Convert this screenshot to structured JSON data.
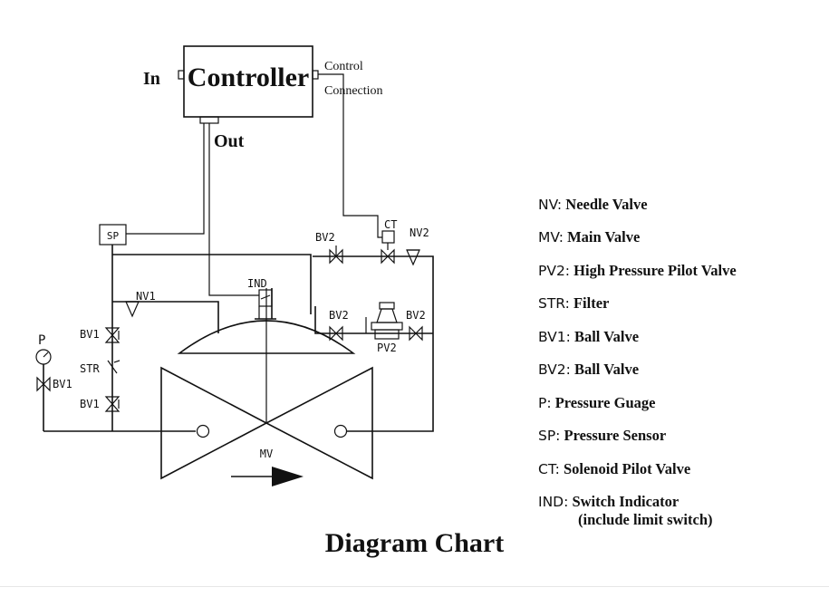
{
  "controller": {
    "label": "Controller",
    "in_label": "In",
    "out_label": "Out",
    "control_line1": "Control",
    "control_line2": "Connection"
  },
  "components": {
    "sp": "SP",
    "ct": "CT",
    "nv2": "NV2",
    "bv2_top": "BV2",
    "ind": "IND",
    "nv1": "NV1",
    "bv2_left": "BV2",
    "bv2_right": "BV2",
    "pv2": "PV2",
    "p": "P",
    "bv1_gauge": "BV1",
    "bv1_upper": "BV1",
    "str": "STR",
    "bv1_lower": "BV1",
    "mv": "MV"
  },
  "legend": [
    {
      "code": "NV:",
      "desc": "Needle Valve"
    },
    {
      "code": "MV:",
      "desc": "Main Valve"
    },
    {
      "code": "PV2:",
      "desc": "High Pressure Pilot Valve"
    },
    {
      "code": "STR:",
      "desc": "Filter"
    },
    {
      "code": "BV1:",
      "desc": "Ball Valve"
    },
    {
      "code": "BV2:",
      "desc": "Ball Valve"
    },
    {
      "code": "P:",
      "desc": "Pressure Guage"
    },
    {
      "code": "SP:",
      "desc": "Pressure Sensor"
    },
    {
      "code": "CT:",
      "desc": "Solenoid Pilot Valve"
    },
    {
      "code": "IND:",
      "desc": "Switch Indicator",
      "desc2": "(include limit switch)"
    }
  ],
  "title": "Diagram Chart"
}
